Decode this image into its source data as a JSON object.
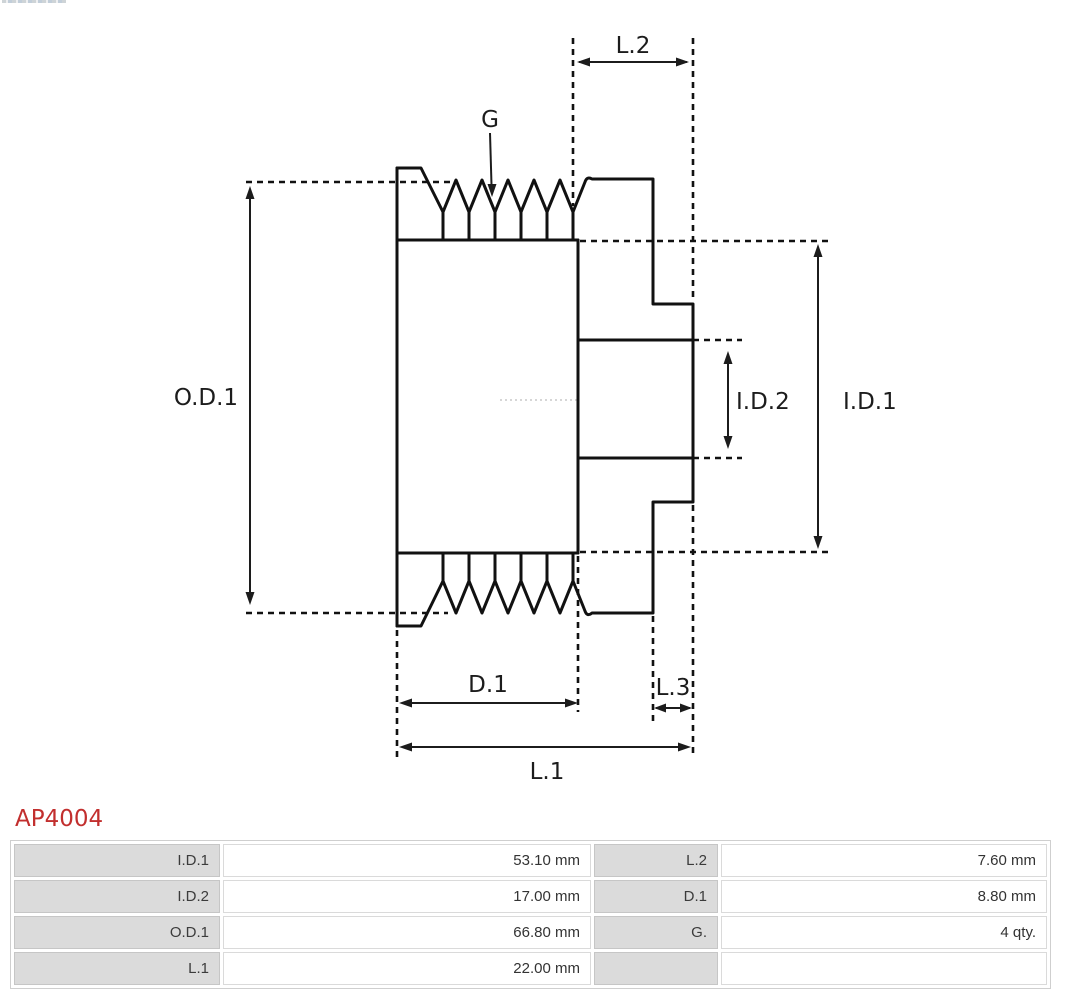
{
  "part_number": "AP4004",
  "colors": {
    "part_number_red": "#c22f2e",
    "table_label_bg": "#dbdbdb",
    "table_border": "#cfcfcf",
    "drawing_line": "#111111"
  },
  "diagram": {
    "labels": {
      "L2": "L.2",
      "G": "G",
      "OD1": "O.D.1",
      "ID2": "I.D.2",
      "ID1": "I.D.1",
      "D1": "D.1",
      "L3": "L.3",
      "L1": "L.1"
    }
  },
  "table": {
    "rows": [
      {
        "label1": "I.D.1",
        "value1": "53.10 mm",
        "label2": "L.2",
        "value2": "7.60 mm"
      },
      {
        "label1": "I.D.2",
        "value1": "17.00 mm",
        "label2": "D.1",
        "value2": "8.80 mm"
      },
      {
        "label1": "O.D.1",
        "value1": "66.80 mm",
        "label2": "G.",
        "value2": "4 qty."
      },
      {
        "label1": "L.1",
        "value1": "22.00 mm",
        "label2": "",
        "value2": ""
      }
    ]
  }
}
